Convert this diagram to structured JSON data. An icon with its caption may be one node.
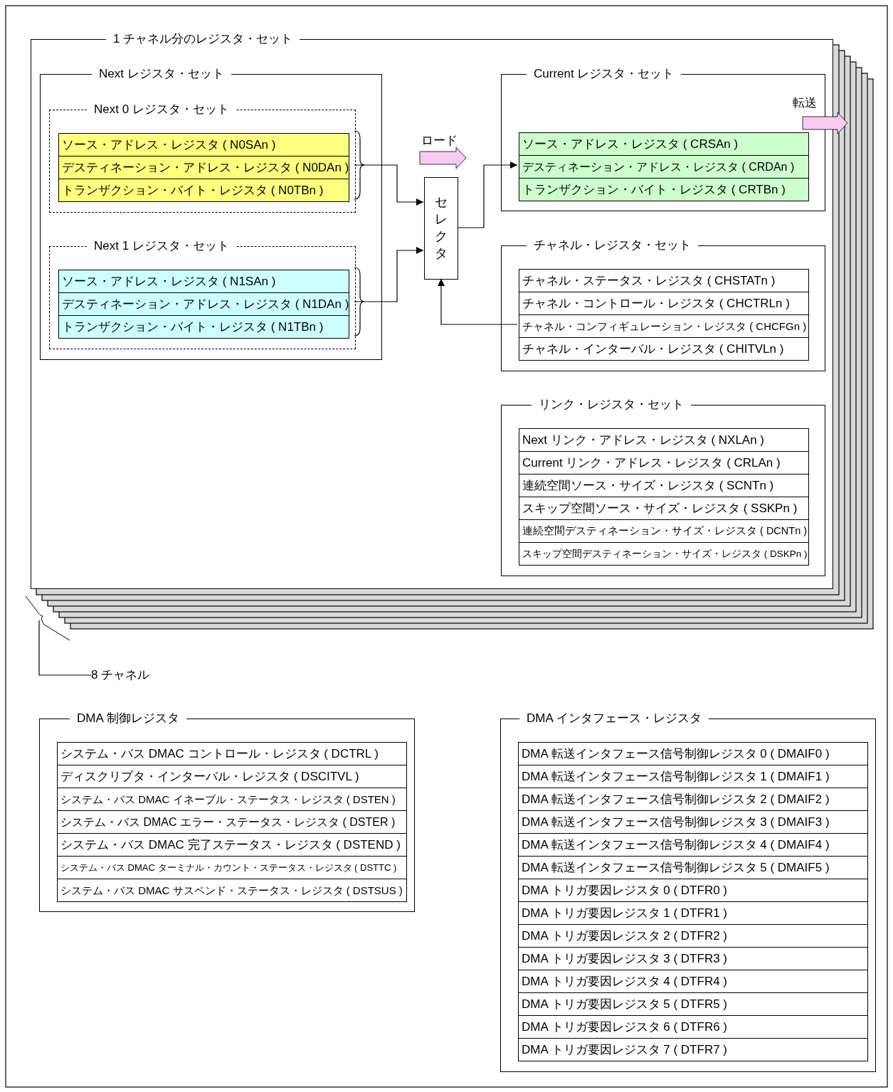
{
  "diagram": {
    "nodes": [
      {
        "text": [
          "1 チャネル分のレジスタ・セット"
        ]
      },
      {
        "text": [
          "Next レジスタ・セット"
        ],
        "in": 0
      },
      {
        "text": [
          "Next 0 レジスタ・セット"
        ],
        "in": 1
      },
      {
        "text": [
          "ソース・アドレス・レジスタ ( N0SAn )"
        ],
        "in": 2
      },
      {
        "text": [
          "デスティネーション・アドレス・レジスタ ( N0DAn )"
        ],
        "in": 2
      },
      {
        "text": [
          "トランザクション・バイト・レジスタ ( N0TBn )"
        ],
        "in": 2
      },
      {
        "text": [
          "Next 1 レジスタ・セット"
        ],
        "in": 1
      },
      {
        "text": [
          "ソース・アドレス・レジスタ ( N1SAn )"
        ],
        "in": 6
      },
      {
        "text": [
          "デスティネーション・アドレス・レジスタ ( N1DAn )"
        ],
        "in": 6
      },
      {
        "text": [
          "トランザクション・バイト・レジスタ ( N1TBn )"
        ],
        "in": 6
      },
      {
        "text": [
          "セレクタ"
        ],
        "in": 0
      },
      {
        "text": [
          "Current レジスタ・セット"
        ],
        "in": 0
      },
      {
        "text": [
          "ソース・アドレス・レジスタ ( CRSAn )"
        ],
        "in": 11
      },
      {
        "text": [
          "デスティネーション・アドレス・レジスタ ( CRDAn )"
        ],
        "in": 11
      },
      {
        "text": [
          "トランザクション・バイト・レジスタ ( CRTBn )"
        ],
        "in": 11
      },
      {
        "text": [
          "チャネル・レジスタ・セット"
        ],
        "in": 0
      },
      {
        "text": [
          "チャネル・ステータス・レジスタ ( CHSTATn )"
        ],
        "in": 15
      },
      {
        "text": [
          "チャネル・コントロール・レジスタ ( CHCTRLn )"
        ],
        "in": 15
      },
      {
        "text": [
          "チャネル・コンフィギュレーション・レジスタ ( CHCFGn )"
        ],
        "in": 15
      },
      {
        "text": [
          "チャネル・インターバル・レジスタ ( CHITVLn )"
        ],
        "in": 15
      },
      {
        "text": [
          "リンク・レジスタ・セット"
        ],
        "in": 0
      },
      {
        "text": [
          "Next リンク・アドレス・レジスタ ( NXLAn )"
        ],
        "in": 20
      },
      {
        "text": [
          "Current リンク・アドレス・レジスタ ( CRLAn )"
        ],
        "in": 20
      },
      {
        "text": [
          "連続空間ソース・サイズ・レジスタ ( SCNTn )"
        ],
        "in": 20
      },
      {
        "text": [
          "スキップ空間ソース・サイズ・レジスタ ( SSKPn )"
        ],
        "in": 20
      },
      {
        "text": [
          "連続空間デスティネーション・サイズ・レジスタ ( DCNTn )"
        ],
        "in": 20
      },
      {
        "text": [
          "スキップ空間デスティネーション・サイズ・レジスタ ( DSKPn )"
        ],
        "in": 20
      },
      {
        "text": [
          "DMA 制御レジスタ"
        ]
      },
      {
        "text": [
          "システム・バス DMAC コントロール・レジスタ ( DCTRL )"
        ],
        "in": 27
      },
      {
        "text": [
          "ディスクリプタ・インターバル・レジスタ ( DSCITVL )"
        ],
        "in": 27
      },
      {
        "text": [
          "システム・バス DMAC イネーブル・ステータス・レジスタ ( DSTEN )"
        ],
        "in": 27
      },
      {
        "text": [
          "システム・バス DMAC エラー・ステータス・レジスタ ( DSTER )"
        ],
        "in": 27
      },
      {
        "text": [
          "システム・バス DMAC 完了ステータス・レジスタ ( DSTEND )"
        ],
        "in": 27
      },
      {
        "text": [
          "システム・バス DMAC ターミナル・カウント・ステータス・レジスタ ( DSTTC )"
        ],
        "in": 27
      },
      {
        "text": [
          "システム・バス DMAC サスペンド・ステータス・レジスタ ( DSTSUS )"
        ],
        "in": 27
      },
      {
        "text": [
          "DMA インタフェース・レジスタ"
        ]
      },
      {
        "text": [
          "DMA 転送インタフェース信号制御レジスタ 0 ( DMAIF0 )"
        ],
        "in": 35
      },
      {
        "text": [
          "DMA 転送インタフェース信号制御レジスタ 1 ( DMAIF1 )"
        ],
        "in": 35
      },
      {
        "text": [
          "DMA 転送インタフェース信号制御レジスタ 2 ( DMAIF2 )"
        ],
        "in": 35
      },
      {
        "text": [
          "DMA 転送インタフェース信号制御レジスタ 3 ( DMAIF3 )"
        ],
        "in": 35
      },
      {
        "text": [
          "DMA 転送インタフェース信号制御レジスタ 4 ( DMAIF4 )"
        ],
        "in": 35
      },
      {
        "text": [
          "DMA 転送インタフェース信号制御レジスタ 5 ( DMAIF5 )"
        ],
        "in": 35
      },
      {
        "text": [
          "DMA トリガ要因レジスタ 0 ( DTFR0 )"
        ],
        "in": 35
      },
      {
        "text": [
          "DMA トリガ要因レジスタ 1 ( DTFR1 )"
        ],
        "in": 35
      },
      {
        "text": [
          "DMA トリガ要因レジスタ 2 ( DTFR2 )"
        ],
        "in": 35
      },
      {
        "text": [
          "DMA トリガ要因レジスタ 3 ( DTFR3 )"
        ],
        "in": 35
      },
      {
        "text": [
          "DMA トリガ要因レジスタ 4 ( DTFR4 )"
        ],
        "in": 35
      },
      {
        "text": [
          "DMA トリガ要因レジスタ 5 ( DTFR5 )"
        ],
        "in": 35
      },
      {
        "text": [
          "DMA トリガ要因レジスタ 6 ( DTFR6 )"
        ],
        "in": 35
      },
      {
        "text": [
          "DMA トリガ要因レジスタ 7 ( DTFR7 )"
        ],
        "in": 35
      },
      {
        "text": [
          "8 チャネル"
        ]
      }
    ],
    "edges": [
      {
        "from": 2,
        "to": 10,
        "arrow": "to"
      },
      {
        "from": 6,
        "to": 10,
        "arrow": "to"
      },
      {
        "from": 10,
        "to": 13,
        "arrow": "to"
      },
      {
        "from": 18,
        "to": 10,
        "arrow": "to"
      },
      {
        "from": 50,
        "to": null,
        "arrow": "none"
      }
    ],
    "labels": [
      "ロード",
      "転送"
    ]
  }
}
